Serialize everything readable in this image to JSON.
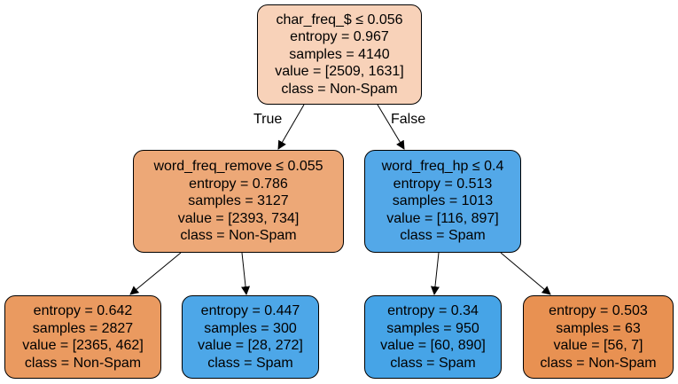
{
  "tree": {
    "root": {
      "lines": [
        "char_freq_$ ≤ 0.056",
        "entropy = 0.967",
        "samples = 4140",
        "value = [2509, 1631]",
        "class = Non-Spam"
      ],
      "fill": "#f8d2b9"
    },
    "left": {
      "lines": [
        "word_freq_remove ≤ 0.055",
        "entropy = 0.786",
        "samples = 3127",
        "value = [2393, 734]",
        "class = Non-Spam"
      ],
      "fill": "#eda877"
    },
    "right": {
      "lines": [
        "word_freq_hp ≤ 0.4",
        "entropy = 0.513",
        "samples = 1013",
        "value = [116, 897]",
        "class = Spam"
      ],
      "fill": "#53a8e8"
    },
    "left_left": {
      "lines": [
        "entropy = 0.642",
        "samples = 2827",
        "value = [2365, 462]",
        "class = Non-Spam"
      ],
      "fill": "#ea9a60"
    },
    "left_right": {
      "lines": [
        "entropy = 0.447",
        "samples = 300",
        "value = [28, 272]",
        "class = Spam"
      ],
      "fill": "#4da7e8"
    },
    "right_left": {
      "lines": [
        "entropy = 0.34",
        "samples = 950",
        "value = [60, 890]",
        "class = Spam"
      ],
      "fill": "#46a4e7"
    },
    "right_right": {
      "lines": [
        "entropy = 0.503",
        "samples = 63",
        "value = [56, 7]",
        "class = Non-Spam"
      ],
      "fill": "#e89152"
    }
  },
  "edge_labels": {
    "true": "True",
    "false": "False"
  }
}
